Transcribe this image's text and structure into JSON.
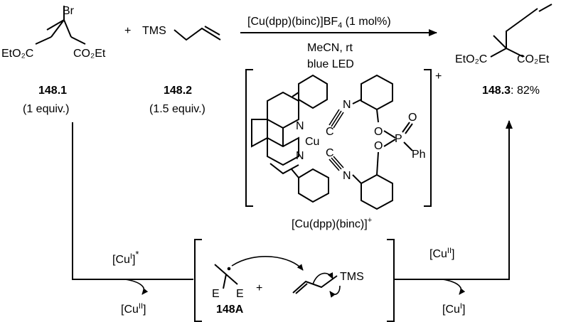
{
  "reactants": {
    "bromide": {
      "br": "Br",
      "left_ester": "EtO₂C",
      "right_ester": "CO₂Et",
      "compound_id": "148.1",
      "equiv": "(1 equiv.)"
    },
    "plus": "+",
    "allylsilane": {
      "tms": "TMS",
      "compound_id": "148.2",
      "equiv": "(1.5 equiv.)"
    }
  },
  "conditions": {
    "catalyst_main": "[Cu(dpp)(binc)]BF",
    "catalyst_sub": "4",
    "catalyst_loading": " (1 mol%)",
    "solvent_temp": "MeCN, rt",
    "light": "blue LED"
  },
  "catalyst_structure": {
    "charge": "+",
    "n_top": "N",
    "n_bottom": "N",
    "cu": "Cu",
    "c_top": "C",
    "c_bottom": "C",
    "nn_top": "N",
    "nn_bottom": "N",
    "o_top": "O",
    "o_bottom": "O",
    "p": "P",
    "o_double": "O",
    "ph": "Ph",
    "label_main": "[Cu(dpp)(binc)]",
    "label_charge": "+"
  },
  "product": {
    "left_ester": "EtO₂C",
    "right_ester": "CO₂Et",
    "compound_id": "148.3",
    "yield": ": 82%"
  },
  "cycle": {
    "left_top_cu": "[Cu",
    "left_top_sup": "I",
    "left_top_end": "]",
    "left_top_star": "*",
    "left_bottom_cu": "[Cu",
    "left_bottom_sup": "II",
    "left_bottom_end": "]",
    "right_top_cu": "[Cu",
    "right_top_sup": "II",
    "right_top_end": "]",
    "right_bottom_cu": "[Cu",
    "right_bottom_sup": "I",
    "right_bottom_end": "]"
  },
  "intermediate": {
    "e_left": "E",
    "e_right": "E",
    "plus": "+",
    "tms": "TMS",
    "compound_id": "148A"
  }
}
